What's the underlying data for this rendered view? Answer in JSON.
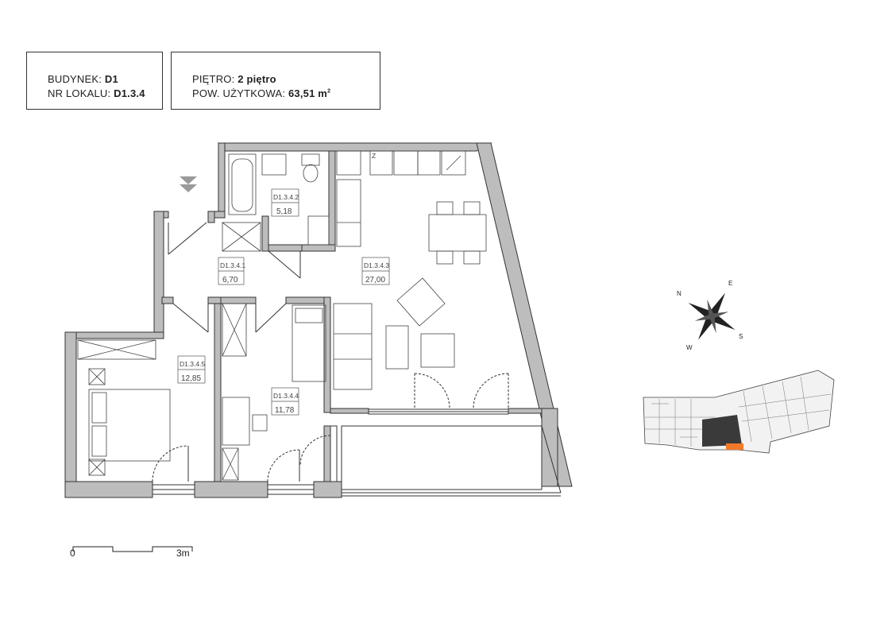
{
  "info": {
    "building_label": "BUDYNEK:",
    "building_value": "D1",
    "unit_label": "NR LOKALU:",
    "unit_value": "D1.3.4",
    "floor_label": "PIĘTRO:",
    "floor_value": "2 piętro",
    "area_label": "POW. UŻYTKOWA:",
    "area_value": "63,51 m",
    "area_sup": "2"
  },
  "rooms": [
    {
      "id": "D1.3.4.1",
      "area": "6,70"
    },
    {
      "id": "D1.3.4.2",
      "area": "5,18"
    },
    {
      "id": "D1.3.4.3",
      "area": "27,00"
    },
    {
      "id": "D1.3.4.4",
      "area": "11,78"
    },
    {
      "id": "D1.3.4.5",
      "area": "12,85"
    }
  ],
  "fridge_mark": "Z",
  "scale": {
    "start": "0",
    "end": "3m"
  },
  "compass": {
    "n": "N",
    "e": "E",
    "s": "S",
    "w": "W"
  },
  "colors": {
    "wall": "#bdbdbd",
    "line": "#333333",
    "highlight_unit": "#3a3a3a",
    "highlight_balcony": "#f07a2a"
  }
}
